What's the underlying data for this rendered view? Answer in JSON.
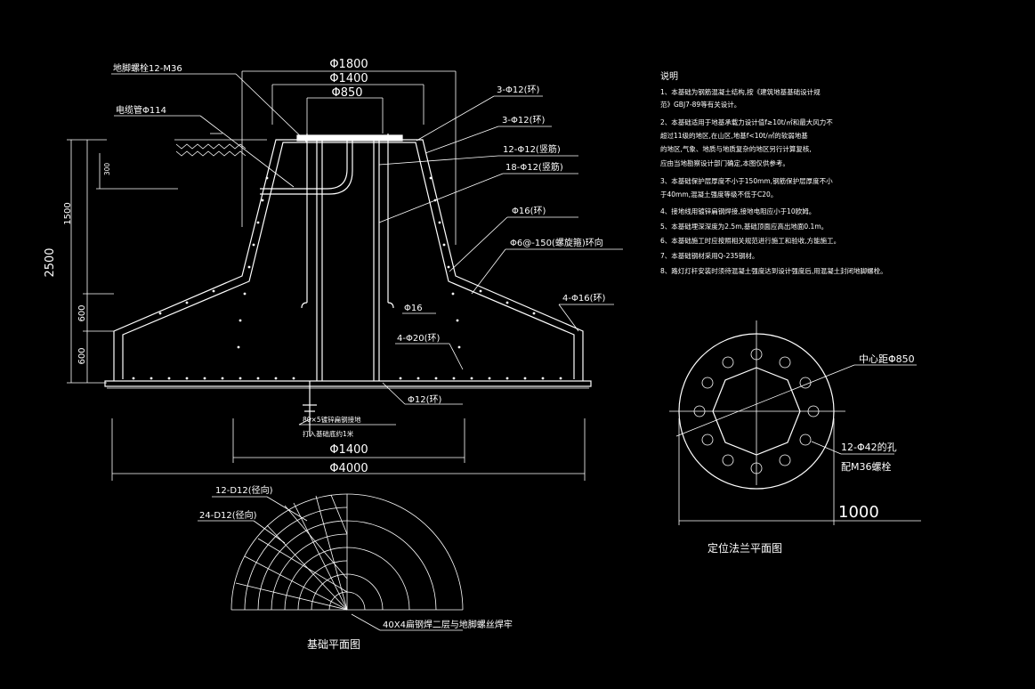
{
  "elevation": {
    "dims_top": [
      "Φ1800",
      "Φ1400",
      "Φ850"
    ],
    "dims_bottom": [
      "Φ1400",
      "Φ4000"
    ],
    "dims_left": [
      "2500",
      "1500",
      "300",
      "600",
      "600"
    ],
    "callouts_left": [
      "地脚螺栓12-M36",
      "电缆管Φ114"
    ],
    "callouts_right": [
      "3-Φ12(环)",
      "3-Φ12(环)",
      "12-Φ12(竖筋)",
      "18-Φ12(竖筋)",
      "Φ16(环)",
      "Φ6@-150(螺旋箍)环向",
      "4-Φ16(环)"
    ],
    "callouts_inner": [
      "Φ16",
      "4-Φ20(环)",
      "Φ12(环)"
    ],
    "ground_note": [
      "80×5镀锌扁钢接地",
      "打入基础底约1米"
    ]
  },
  "plan": {
    "labels": [
      "12-D12(径向)",
      "24-D12(径向)",
      "40X4扁钢焊二层与地脚螺丝焊牢"
    ],
    "title": "基础平面图"
  },
  "flange": {
    "center_label": "中心距Φ850",
    "hole_label_1": "12-Φ42的孔",
    "hole_label_2": "配M36螺栓",
    "dim": "1000",
    "title": "定位法兰平面图"
  },
  "notes": {
    "title": "说明",
    "lines": [
      "1、本基础为钢筋混凝土结构,按《建筑地基基础设计规",
      "   范》GBJ7-89等有关设计。",
      "2、本基础适用于地基承载力设计值f≥10t/㎡和最大风力不",
      "   超过11级的地区,在山区,地基f<10t/㎡的软弱地基",
      "   的地区,气象、地质与地质复杂的地区另行计算复核,",
      "   应由当地勘察设计部门确定,本图仅供参考。",
      "3、本基础保护层厚度不小于150mm,钢筋保护层厚度不小",
      "   于40mm,混凝土强度等级不低于C20。",
      "4、接地线用镀锌扁钢焊接,接地电阻应小于10欧姆。",
      "5、本基础埋深深度为2.5m,基础顶面应高出地面0.1m。",
      "6、本基础施工时应按照相关规范进行施工和验收,方能施工。",
      "7、本基础钢材采用Q-235钢材。",
      "8、路灯灯杆安装时须待混凝土强度达到设计强度后,用混凝土封闭地脚螺栓。"
    ]
  },
  "colors": {
    "background": "#000000",
    "lines": "#ffffff"
  }
}
